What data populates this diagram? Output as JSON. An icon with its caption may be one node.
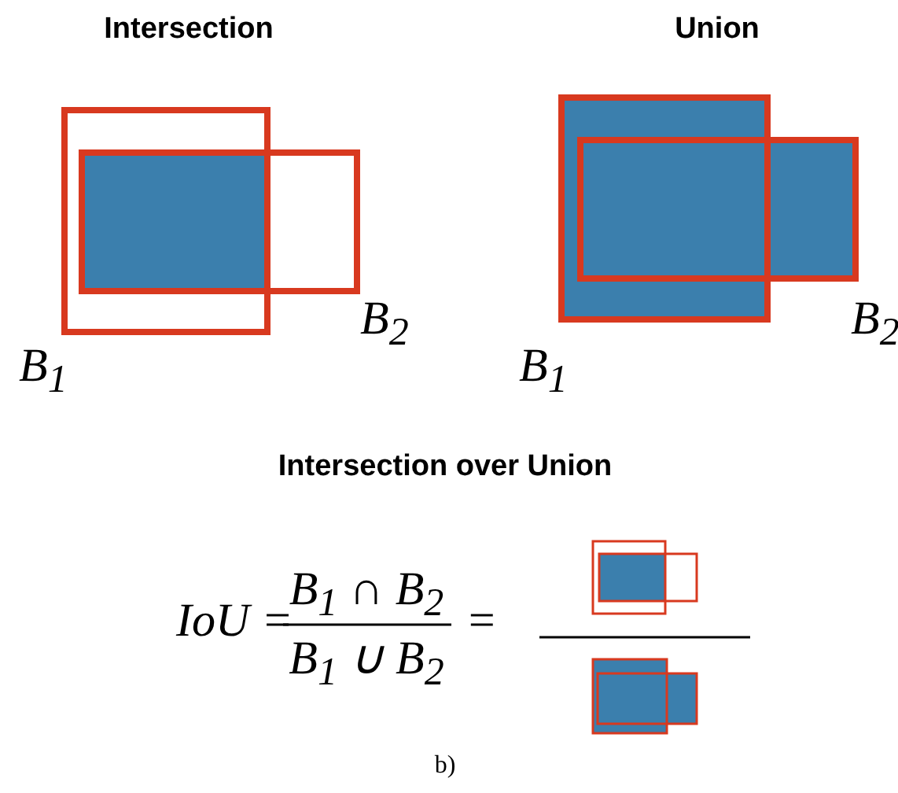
{
  "diagram": {
    "caption": "b)",
    "labels": [
      "Intersection",
      "Union",
      "B$_{1}$",
      "B$_{2}$",
      "B$_{1}$",
      "B$_{2}$",
      "Intersection over Union",
      "IoU =",
      "B$_{1}$ ∩ B$_{2}$",
      "B$_{1}$ ∪ B$_{2}$",
      "="
    ]
  }
}
